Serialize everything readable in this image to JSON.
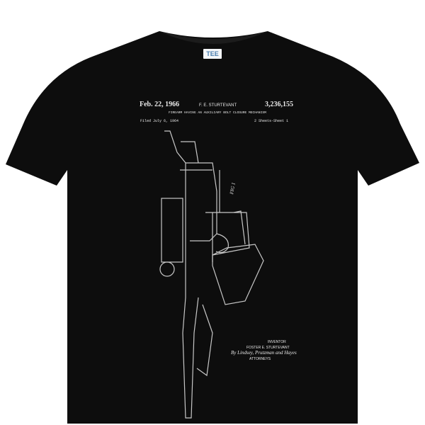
{
  "product": {
    "shirt_color": "#0d0d0d",
    "print_color": "#e8e8e8",
    "label_tag": "TEE"
  },
  "patent": {
    "date": "Feb. 22, 1966",
    "inventor_header": "F. E. STURTEVANT",
    "number": "3,236,155",
    "title": "FIREARM HAVING AN AUXILIARY BOLT CLOSURE MECHANISM",
    "filed": "Filed July 6, 1964",
    "sheets": "2 Sheets-Sheet 1",
    "figure": "FIG 1",
    "inventor_label": "INVENTOR",
    "inventor_name": "FOSTER E. STURTEVANT",
    "signature": "By Lindsey, Prutzman and Hayes",
    "attorneys_label": "ATTORNEYS"
  }
}
